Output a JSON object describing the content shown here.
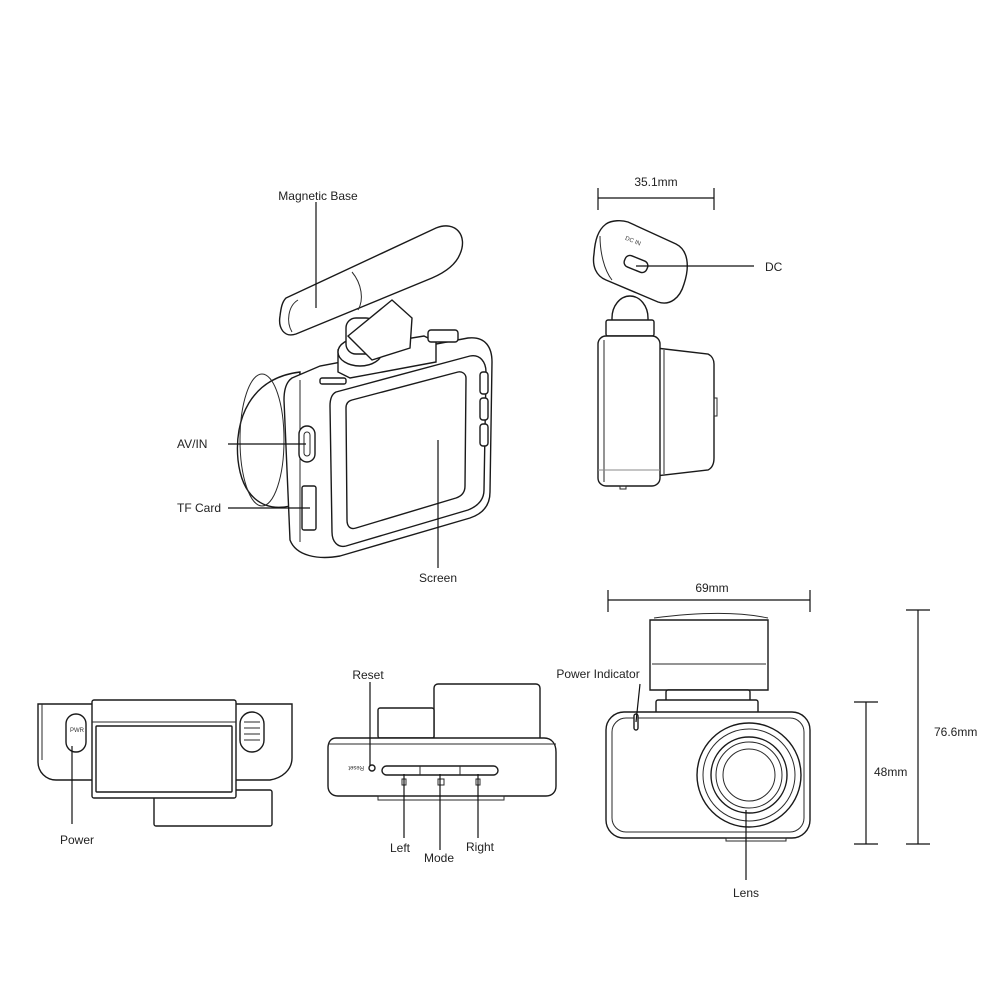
{
  "labels": {
    "magnetic_base": "Magnetic Base",
    "av_in": "AV/IN",
    "tf_card": "TF Card",
    "screen": "Screen",
    "dc": "DC",
    "power": "Power",
    "reset": "Reset",
    "left": "Left",
    "mode": "Mode",
    "right": "Right",
    "power_indicator": "Power Indicator",
    "lens": "Lens"
  },
  "dimensions": {
    "depth": "35.1mm",
    "width": "69mm",
    "height_total": "76.6mm",
    "height_body": "48mm"
  },
  "device_markings": {
    "dc_in": "DC IN",
    "reset": "Reset",
    "power": "PWR"
  }
}
